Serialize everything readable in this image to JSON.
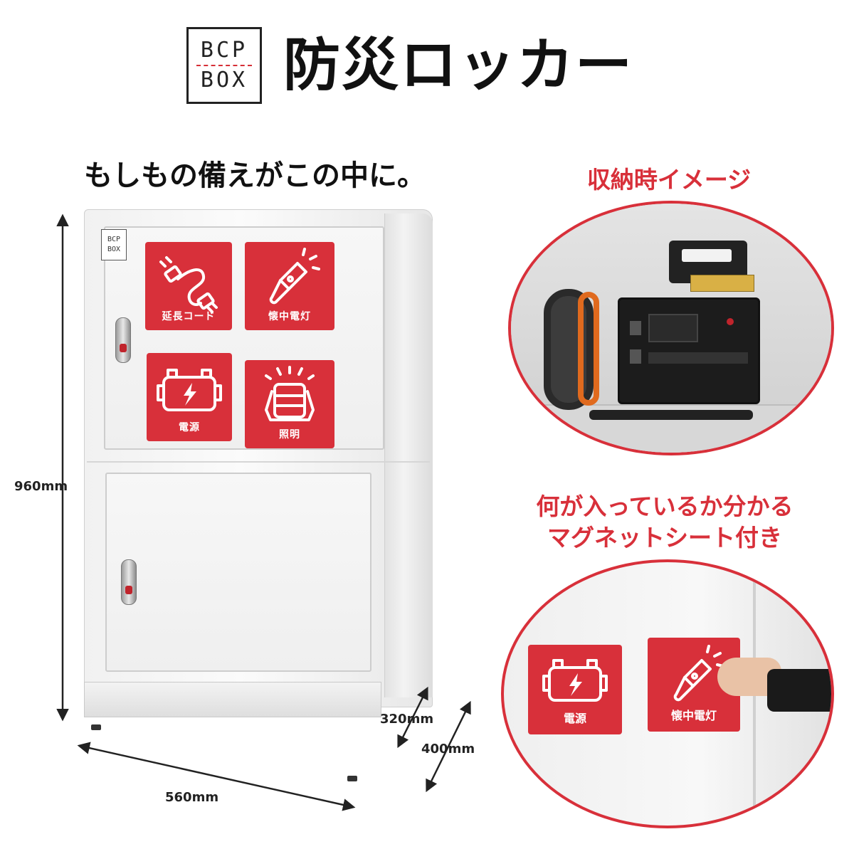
{
  "header": {
    "logo_line1": "BCP",
    "logo_line2": "BOX",
    "title": "防災ロッカー"
  },
  "subtitle": "もしもの備えがこの中に。",
  "locker": {
    "mini_logo_line1": "BCP",
    "mini_logo_line2": "BOX",
    "tiles": [
      {
        "label": "延長コード",
        "icon": "extension-cord-icon"
      },
      {
        "label": "懐中電灯",
        "icon": "flashlight-icon"
      },
      {
        "label": "電源",
        "icon": "battery-icon"
      },
      {
        "label": "照明",
        "icon": "work-light-icon"
      }
    ]
  },
  "dimensions": {
    "height": "960mm",
    "width": "560mm",
    "depth_inner": "320mm",
    "depth_outer": "400mm"
  },
  "right": {
    "storage_heading": "収納時イメージ",
    "magnet_heading_line1": "何が入っているか分かる",
    "magnet_heading_line2": "マグネットシート付き",
    "magnets": [
      {
        "label": "電源",
        "icon": "battery-icon"
      },
      {
        "label": "懐中電灯",
        "icon": "flashlight-icon"
      }
    ]
  },
  "colors": {
    "brand_red": "#d8303a",
    "cabinet_white": "#f3f3f3",
    "text_dark": "#111111"
  }
}
